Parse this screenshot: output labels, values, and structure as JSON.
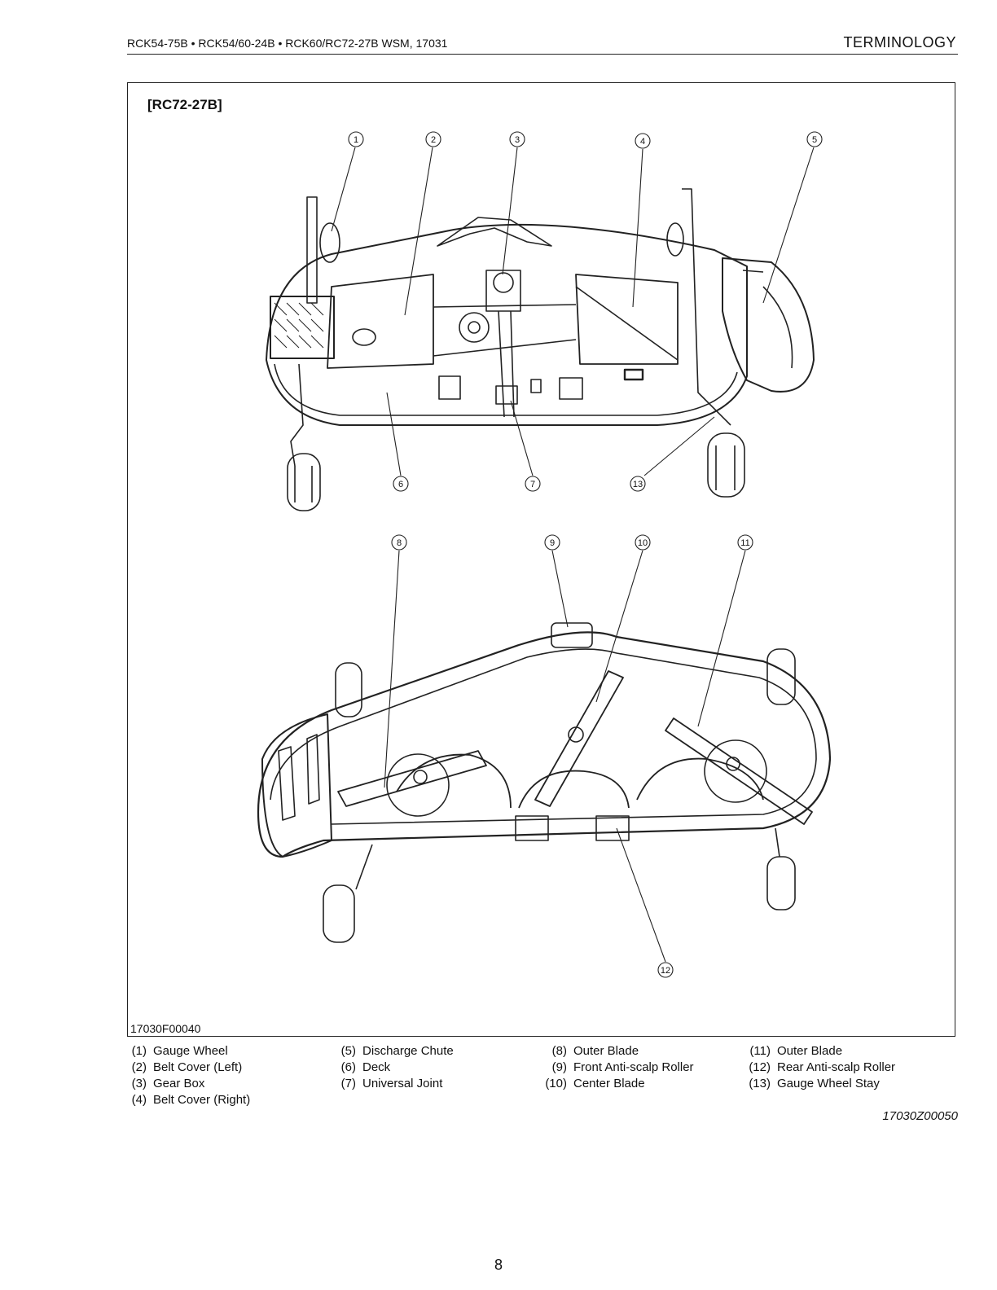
{
  "header": {
    "left": "RCK54-75B • RCK54/60-24B • RCK60/RC72-27B WSM, 17031",
    "right": "TERMINOLOGY"
  },
  "figure": {
    "model_label": "[RC72-27B]",
    "code": "17030F00040",
    "callouts": [
      "1",
      "2",
      "3",
      "4",
      "5",
      "6",
      "7",
      "8",
      "9",
      "10",
      "11",
      "12",
      "13"
    ]
  },
  "legend": [
    [
      {
        "num": "(1)",
        "label": "Gauge Wheel"
      },
      {
        "num": "(2)",
        "label": "Belt Cover (Left)"
      },
      {
        "num": "(3)",
        "label": "Gear Box"
      },
      {
        "num": "(4)",
        "label": "Belt Cover (Right)"
      }
    ],
    [
      {
        "num": "(5)",
        "label": "Discharge Chute"
      },
      {
        "num": "(6)",
        "label": "Deck"
      },
      {
        "num": "(7)",
        "label": "Universal Joint"
      }
    ],
    [
      {
        "num": "(8)",
        "label": "Outer Blade"
      },
      {
        "num": "(9)",
        "label": "Front Anti-scalp Roller"
      },
      {
        "num": "(10)",
        "label": "Center Blade"
      }
    ],
    [
      {
        "num": "(11)",
        "label": "Outer Blade"
      },
      {
        "num": "(12)",
        "label": "Rear Anti-scalp Roller"
      },
      {
        "num": "(13)",
        "label": "Gauge Wheel Stay"
      }
    ]
  ],
  "reference_code": "17030Z00050",
  "page_number": "8"
}
